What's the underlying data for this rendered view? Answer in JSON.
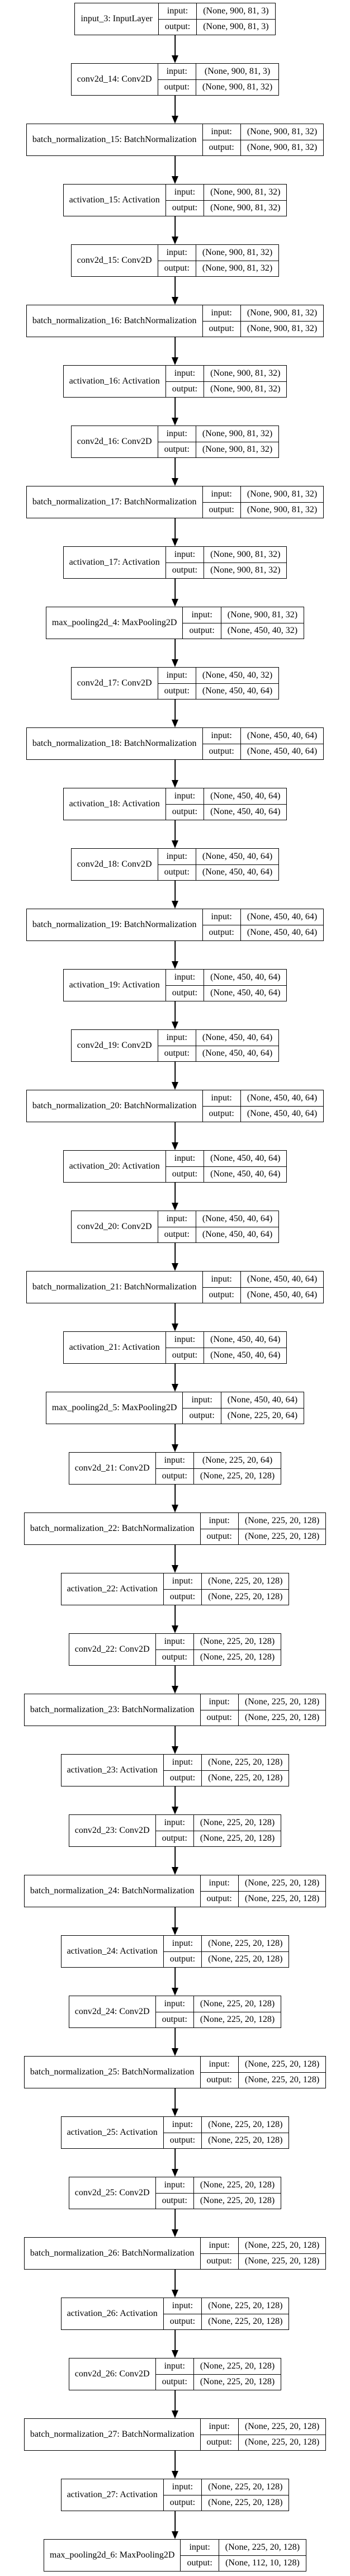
{
  "diagram": {
    "kind": "keras-model-architecture-plot",
    "flow": "top-to-bottom-sequential",
    "colors": {
      "background": "#ffffff",
      "node_fill": "#ffffff",
      "border": "#000000",
      "text": "#000000",
      "arrow": "#000000"
    },
    "io_labels": {
      "input": "input:",
      "output": "output:"
    },
    "nodes": [
      {
        "label": "input_3: InputLayer",
        "input_shape": "(None, 900, 81, 3)",
        "output_shape": "(None, 900, 81, 3)"
      },
      {
        "label": "conv2d_14: Conv2D",
        "input_shape": "(None, 900, 81, 3)",
        "output_shape": "(None, 900, 81, 32)"
      },
      {
        "label": "batch_normalization_15: BatchNormalization",
        "input_shape": "(None, 900, 81, 32)",
        "output_shape": "(None, 900, 81, 32)"
      },
      {
        "label": "activation_15: Activation",
        "input_shape": "(None, 900, 81, 32)",
        "output_shape": "(None, 900, 81, 32)"
      },
      {
        "label": "conv2d_15: Conv2D",
        "input_shape": "(None, 900, 81, 32)",
        "output_shape": "(None, 900, 81, 32)"
      },
      {
        "label": "batch_normalization_16: BatchNormalization",
        "input_shape": "(None, 900, 81, 32)",
        "output_shape": "(None, 900, 81, 32)"
      },
      {
        "label": "activation_16: Activation",
        "input_shape": "(None, 900, 81, 32)",
        "output_shape": "(None, 900, 81, 32)"
      },
      {
        "label": "conv2d_16: Conv2D",
        "input_shape": "(None, 900, 81, 32)",
        "output_shape": "(None, 900, 81, 32)"
      },
      {
        "label": "batch_normalization_17: BatchNormalization",
        "input_shape": "(None, 900, 81, 32)",
        "output_shape": "(None, 900, 81, 32)"
      },
      {
        "label": "activation_17: Activation",
        "input_shape": "(None, 900, 81, 32)",
        "output_shape": "(None, 900, 81, 32)"
      },
      {
        "label": "max_pooling2d_4: MaxPooling2D",
        "input_shape": "(None, 900, 81, 32)",
        "output_shape": "(None, 450, 40, 32)"
      },
      {
        "label": "conv2d_17: Conv2D",
        "input_shape": "(None, 450, 40, 32)",
        "output_shape": "(None, 450, 40, 64)"
      },
      {
        "label": "batch_normalization_18: BatchNormalization",
        "input_shape": "(None, 450, 40, 64)",
        "output_shape": "(None, 450, 40, 64)"
      },
      {
        "label": "activation_18: Activation",
        "input_shape": "(None, 450, 40, 64)",
        "output_shape": "(None, 450, 40, 64)"
      },
      {
        "label": "conv2d_18: Conv2D",
        "input_shape": "(None, 450, 40, 64)",
        "output_shape": "(None, 450, 40, 64)"
      },
      {
        "label": "batch_normalization_19: BatchNormalization",
        "input_shape": "(None, 450, 40, 64)",
        "output_shape": "(None, 450, 40, 64)"
      },
      {
        "label": "activation_19: Activation",
        "input_shape": "(None, 450, 40, 64)",
        "output_shape": "(None, 450, 40, 64)"
      },
      {
        "label": "conv2d_19: Conv2D",
        "input_shape": "(None, 450, 40, 64)",
        "output_shape": "(None, 450, 40, 64)"
      },
      {
        "label": "batch_normalization_20: BatchNormalization",
        "input_shape": "(None, 450, 40, 64)",
        "output_shape": "(None, 450, 40, 64)"
      },
      {
        "label": "activation_20: Activation",
        "input_shape": "(None, 450, 40, 64)",
        "output_shape": "(None, 450, 40, 64)"
      },
      {
        "label": "conv2d_20: Conv2D",
        "input_shape": "(None, 450, 40, 64)",
        "output_shape": "(None, 450, 40, 64)"
      },
      {
        "label": "batch_normalization_21: BatchNormalization",
        "input_shape": "(None, 450, 40, 64)",
        "output_shape": "(None, 450, 40, 64)"
      },
      {
        "label": "activation_21: Activation",
        "input_shape": "(None, 450, 40, 64)",
        "output_shape": "(None, 450, 40, 64)"
      },
      {
        "label": "max_pooling2d_5: MaxPooling2D",
        "input_shape": "(None, 450, 40, 64)",
        "output_shape": "(None, 225, 20, 64)"
      },
      {
        "label": "conv2d_21: Conv2D",
        "input_shape": "(None, 225, 20, 64)",
        "output_shape": "(None, 225, 20, 128)"
      },
      {
        "label": "batch_normalization_22: BatchNormalization",
        "input_shape": "(None, 225, 20, 128)",
        "output_shape": "(None, 225, 20, 128)"
      },
      {
        "label": "activation_22: Activation",
        "input_shape": "(None, 225, 20, 128)",
        "output_shape": "(None, 225, 20, 128)"
      },
      {
        "label": "conv2d_22: Conv2D",
        "input_shape": "(None, 225, 20, 128)",
        "output_shape": "(None, 225, 20, 128)"
      },
      {
        "label": "batch_normalization_23: BatchNormalization",
        "input_shape": "(None, 225, 20, 128)",
        "output_shape": "(None, 225, 20, 128)"
      },
      {
        "label": "activation_23: Activation",
        "input_shape": "(None, 225, 20, 128)",
        "output_shape": "(None, 225, 20, 128)"
      },
      {
        "label": "conv2d_23: Conv2D",
        "input_shape": "(None, 225, 20, 128)",
        "output_shape": "(None, 225, 20, 128)"
      },
      {
        "label": "batch_normalization_24: BatchNormalization",
        "input_shape": "(None, 225, 20, 128)",
        "output_shape": "(None, 225, 20, 128)"
      },
      {
        "label": "activation_24: Activation",
        "input_shape": "(None, 225, 20, 128)",
        "output_shape": "(None, 225, 20, 128)"
      },
      {
        "label": "conv2d_24: Conv2D",
        "input_shape": "(None, 225, 20, 128)",
        "output_shape": "(None, 225, 20, 128)"
      },
      {
        "label": "batch_normalization_25: BatchNormalization",
        "input_shape": "(None, 225, 20, 128)",
        "output_shape": "(None, 225, 20, 128)"
      },
      {
        "label": "activation_25: Activation",
        "input_shape": "(None, 225, 20, 128)",
        "output_shape": "(None, 225, 20, 128)"
      },
      {
        "label": "conv2d_25: Conv2D",
        "input_shape": "(None, 225, 20, 128)",
        "output_shape": "(None, 225, 20, 128)"
      },
      {
        "label": "batch_normalization_26: BatchNormalization",
        "input_shape": "(None, 225, 20, 128)",
        "output_shape": "(None, 225, 20, 128)"
      },
      {
        "label": "activation_26: Activation",
        "input_shape": "(None, 225, 20, 128)",
        "output_shape": "(None, 225, 20, 128)"
      },
      {
        "label": "conv2d_26: Conv2D",
        "input_shape": "(None, 225, 20, 128)",
        "output_shape": "(None, 225, 20, 128)"
      },
      {
        "label": "batch_normalization_27: BatchNormalization",
        "input_shape": "(None, 225, 20, 128)",
        "output_shape": "(None, 225, 20, 128)"
      },
      {
        "label": "activation_27: Activation",
        "input_shape": "(None, 225, 20, 128)",
        "output_shape": "(None, 225, 20, 128)"
      },
      {
        "label": "max_pooling2d_6: MaxPooling2D",
        "input_shape": "(None, 225, 20, 128)",
        "output_shape": "(None, 112, 10, 128)"
      }
    ]
  }
}
